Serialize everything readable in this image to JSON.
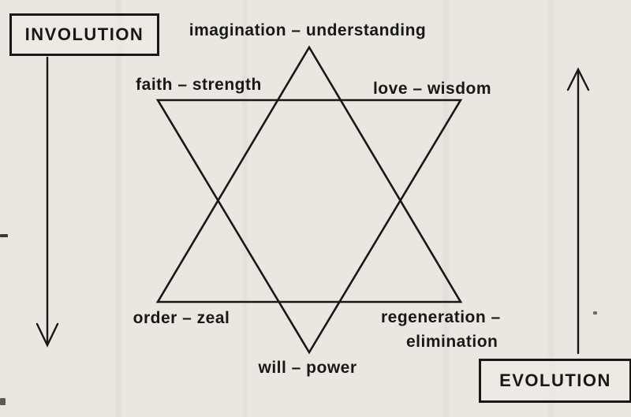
{
  "colors": {
    "paper": "#eae7e1",
    "ink": "#181818"
  },
  "involution": {
    "label": "INVOLUTION"
  },
  "evolution": {
    "label": "EVOLUTION"
  },
  "star": {
    "top": "imagination – understanding",
    "upper_left": "faith – strength",
    "upper_right": "love – wisdom",
    "lower_left": "order – zeal",
    "lower_right_line1": "regeneration –",
    "lower_right_line2": "elimination",
    "bottom": "will – power"
  }
}
